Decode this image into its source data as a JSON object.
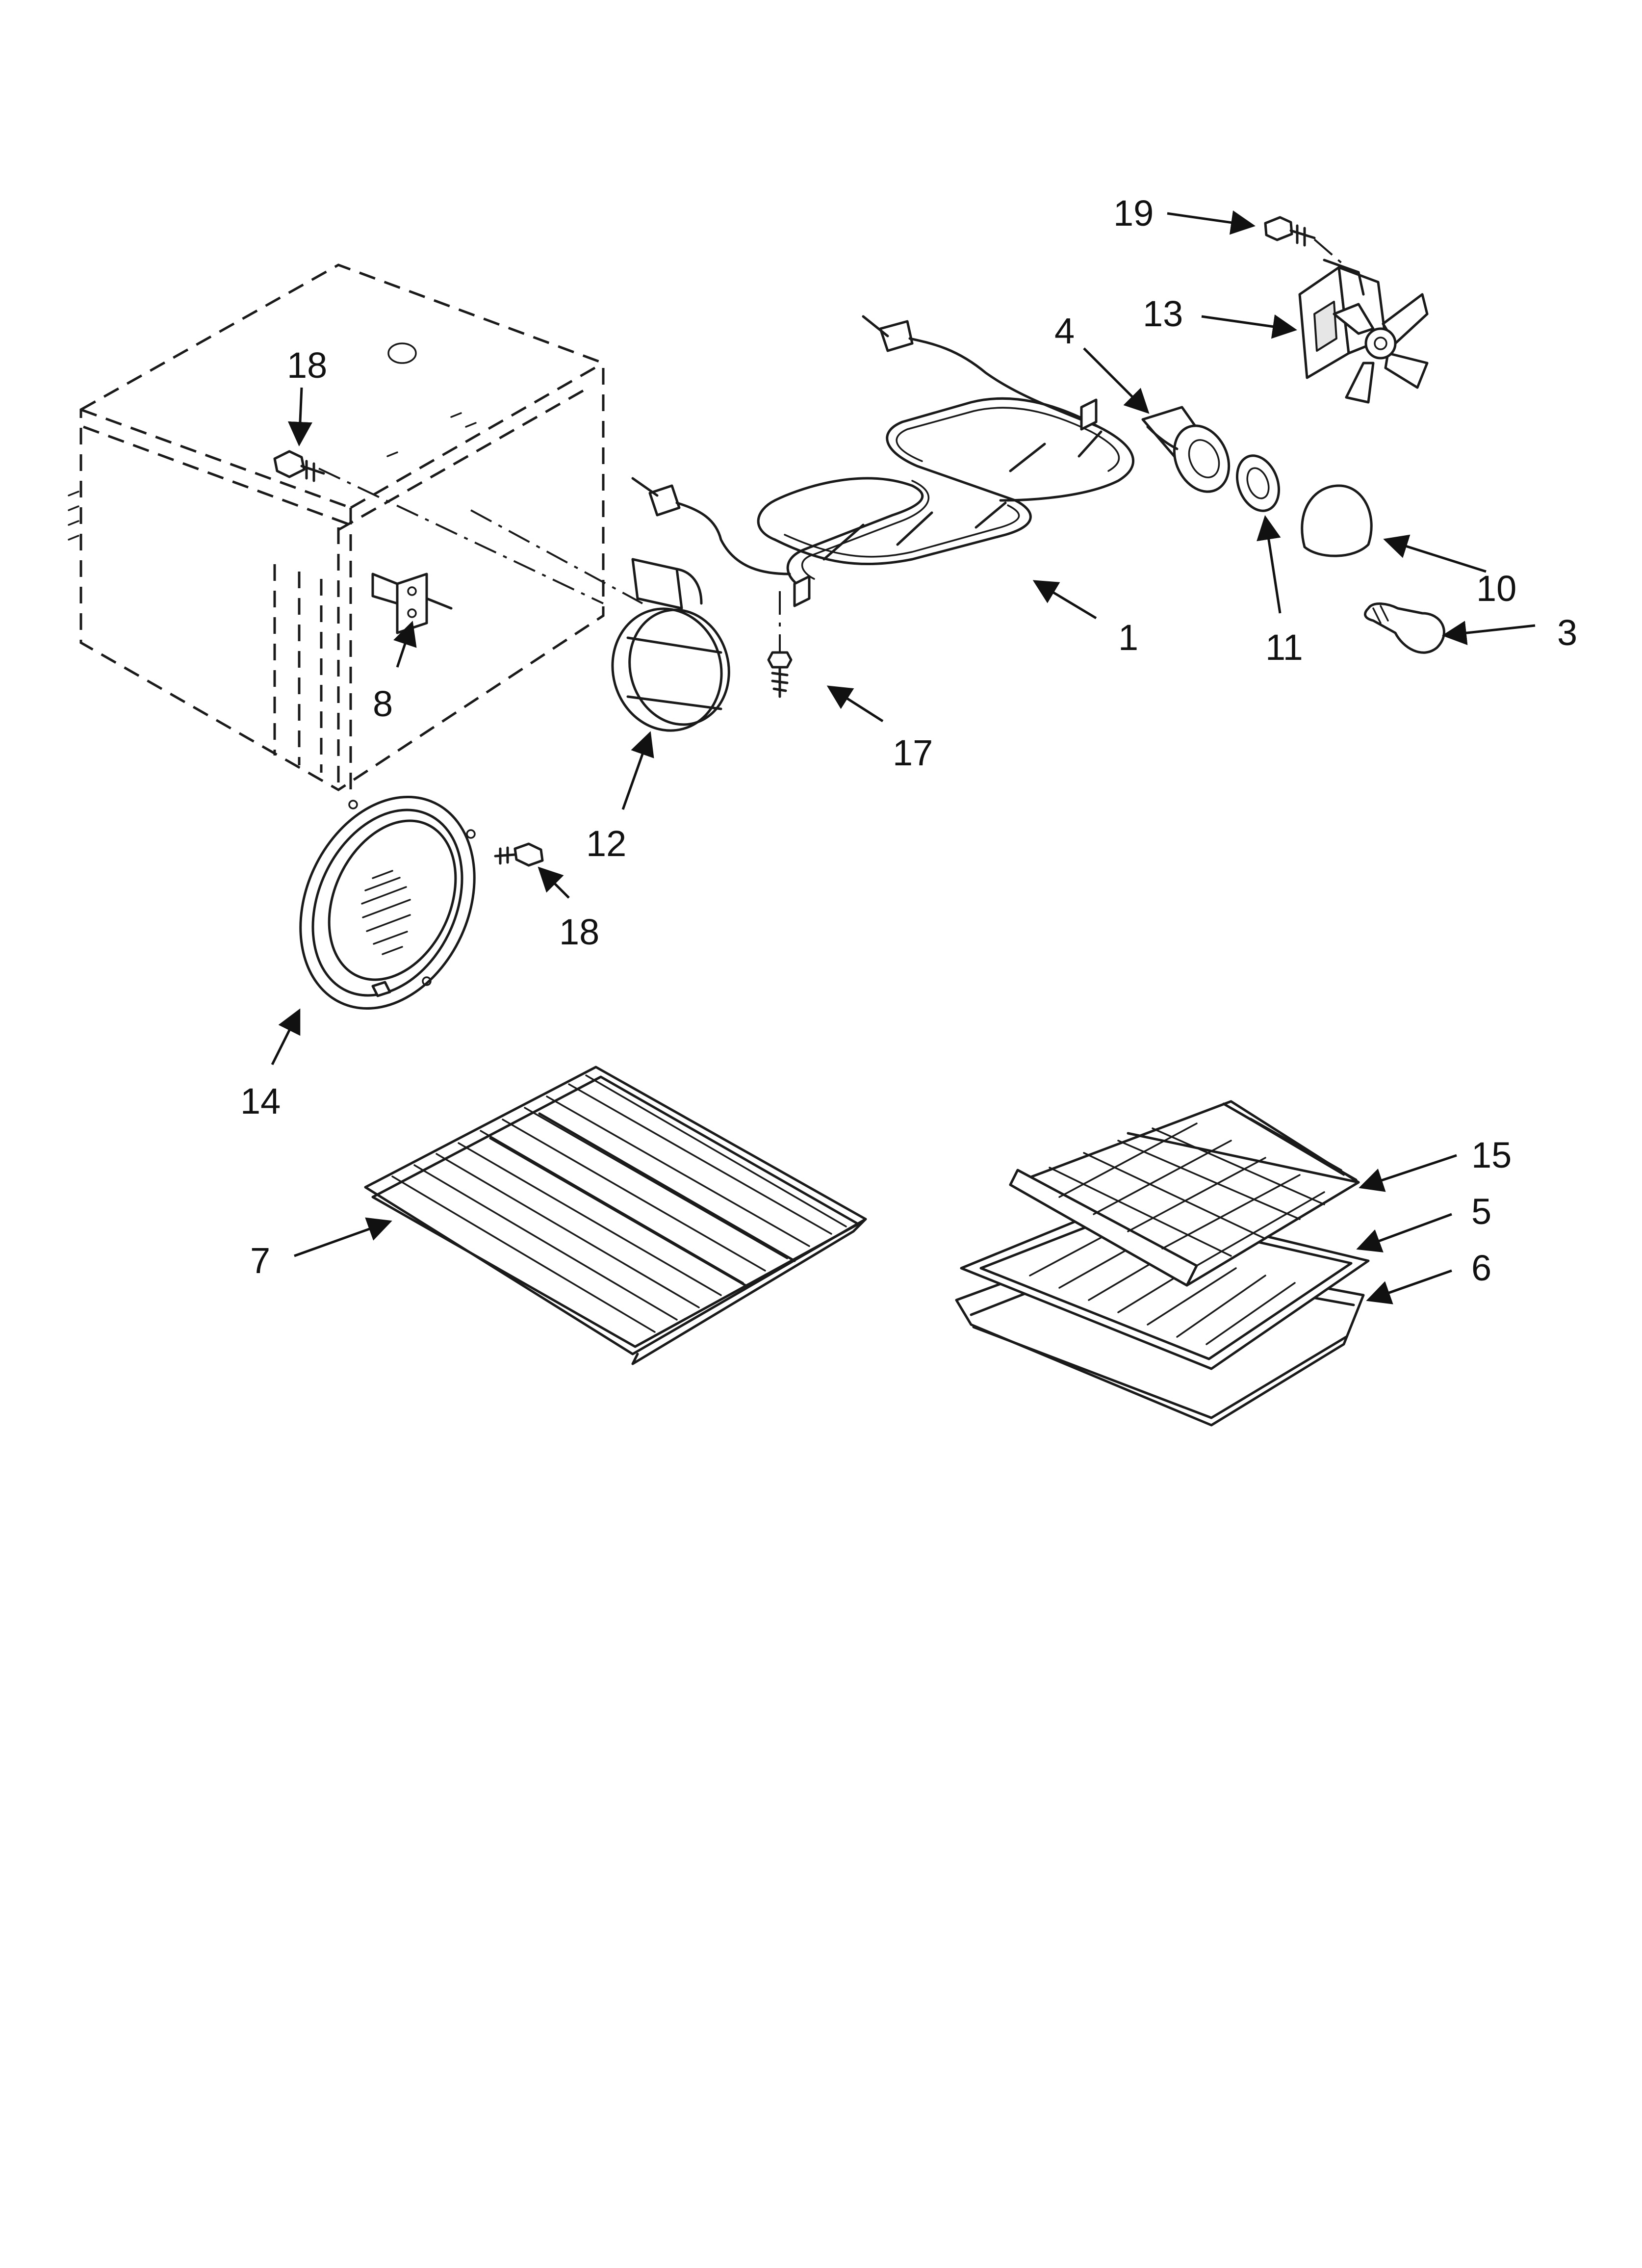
{
  "callouts": {
    "c1": "1",
    "c3": "3",
    "c4": "4",
    "c5": "5",
    "c6": "6",
    "c7": "7",
    "c8": "8",
    "c10": "10",
    "c11": "11",
    "c12": "12",
    "c13": "13",
    "c14": "14",
    "c15": "15",
    "c17": "17",
    "c18a": "18",
    "c18b": "18",
    "c19": "19"
  },
  "colors": {
    "line": "#1a1a1a",
    "background": "#ffffff"
  }
}
